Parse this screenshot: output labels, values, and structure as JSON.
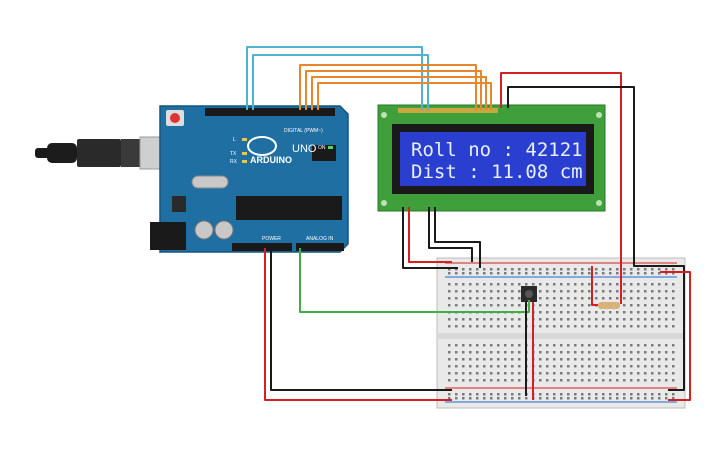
{
  "lcd": {
    "line1": "Roll no : 42121",
    "line2": "Dist : 11.08 cm"
  },
  "arduino": {
    "brand": "ARDUINO",
    "model": "UNO",
    "digital_label": "DIGITAL (PWM~)",
    "power_label": "POWER",
    "analog_label": "ANALOG IN",
    "led_labels": [
      "L",
      "TX",
      "RX"
    ],
    "on_label": "ON"
  },
  "colors": {
    "board": "#1f6fa3",
    "lcd_pcb": "#3f9f3a",
    "lcd_screen": "#2a3fd0",
    "breadboard": "#e9e9e9",
    "wire_cyan": "#4fb3cf",
    "wire_orange": "#e8872a",
    "wire_red": "#d42020",
    "wire_black": "#1a1a1a",
    "wire_green": "#3fae44"
  }
}
